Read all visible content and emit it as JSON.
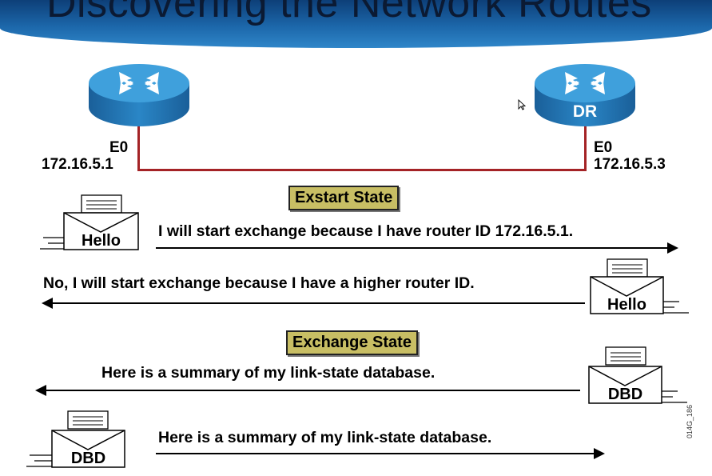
{
  "title": "Discovering the Network Routes",
  "routers": [
    {
      "label": "",
      "port": "E0",
      "ip": "172.16.5.1"
    },
    {
      "label": "DR",
      "port": "E0",
      "ip": "172.16.5.3"
    }
  ],
  "states": {
    "exstart": "Exstart State",
    "exchange": "Exchange State"
  },
  "messages": [
    {
      "text": "I will start exchange because I have router ID 172.16.5.1.",
      "direction": "right",
      "packet": "Hello"
    },
    {
      "text": "No, I will start exchange because I have a higher router ID.",
      "direction": "left",
      "packet": "Hello"
    },
    {
      "text": "Here is a summary of my link-state database.",
      "direction": "left",
      "packet": "DBD"
    },
    {
      "text": "Here is a summary of my link-state database.",
      "direction": "right",
      "packet": "DBD"
    }
  ],
  "figure_id": "014G_186",
  "colors": {
    "banner": "#1c67aa",
    "router": "#2a86c6",
    "link": "#a42326",
    "state_box": "#c8be64"
  }
}
